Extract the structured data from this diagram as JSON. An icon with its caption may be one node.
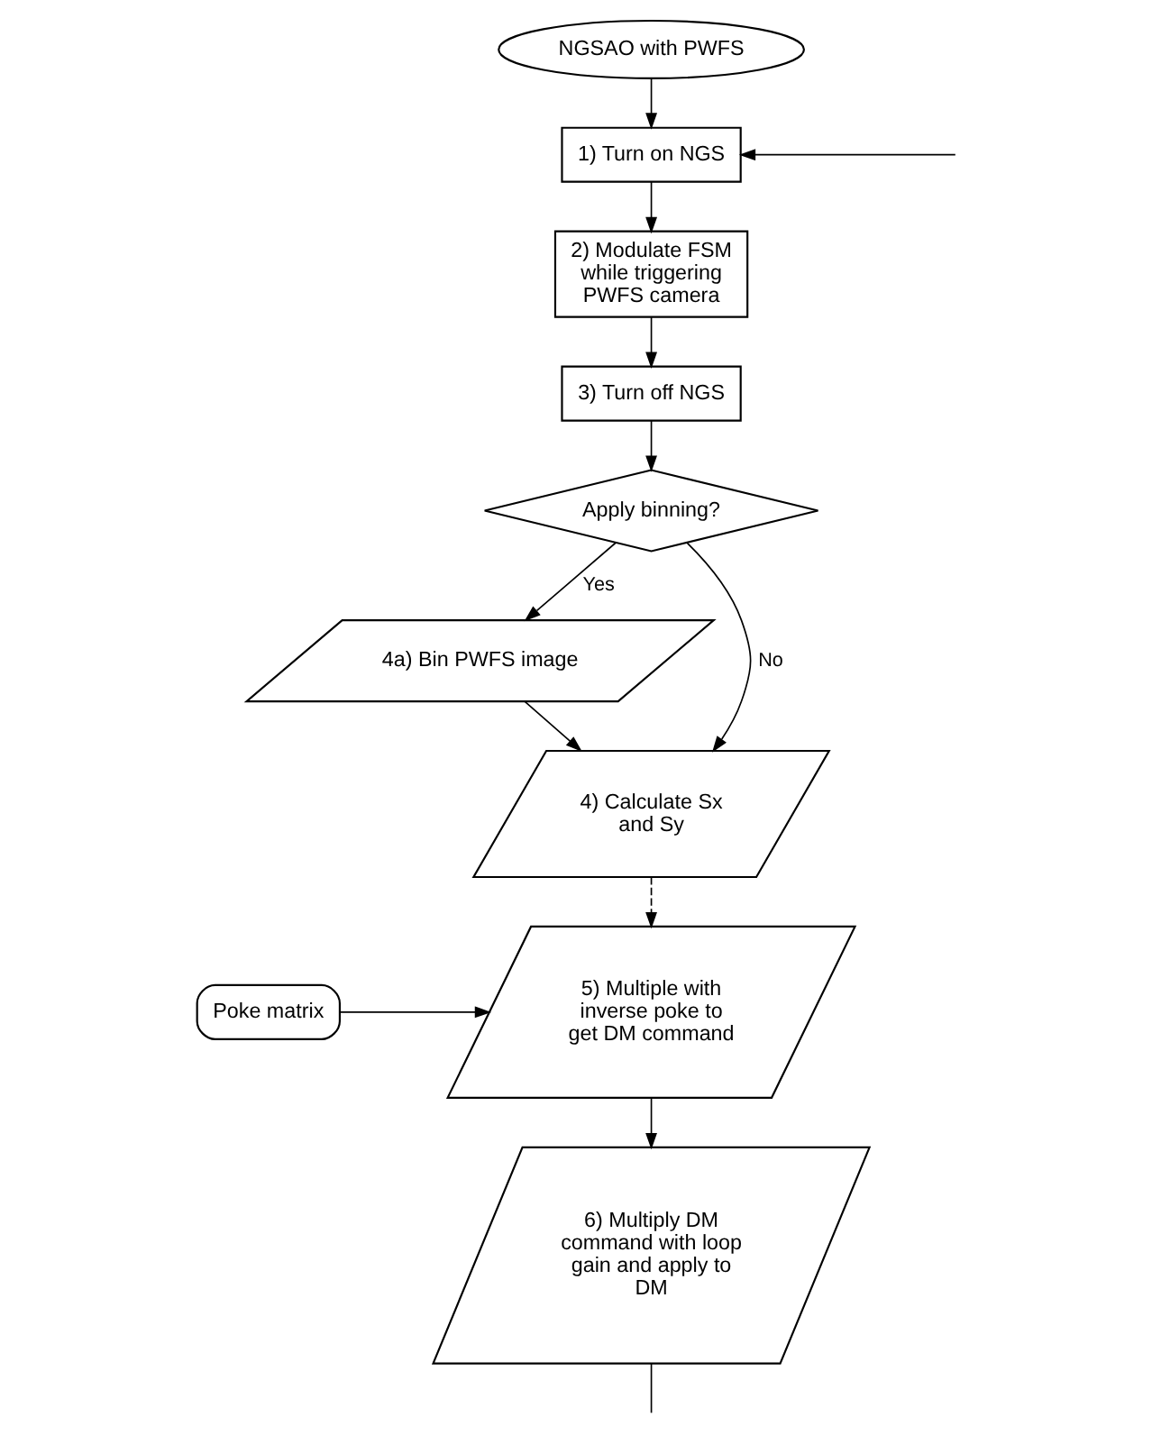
{
  "diagram": {
    "nodes": [
      {
        "text": [
          "NGSAO with PWFS"
        ]
      },
      {
        "text": [
          "1) Turn on NGS"
        ]
      },
      {
        "text": [
          "2) Modulate FSM while triggering PWFS camera"
        ]
      },
      {
        "text": [
          "3) Turn off NGS"
        ]
      },
      {
        "text": [
          "Apply binning?"
        ]
      },
      {
        "text": [
          "4a) Bin PWFS image"
        ]
      },
      {
        "text": [
          "4) Calculate Sx and Sy"
        ]
      },
      {
        "text": [
          "5) Multiple with inverse poke to get DM command"
        ]
      },
      {
        "text": [
          "Poke matrix"
        ]
      },
      {
        "text": [
          "6) Multiply DM command with loop gain and apply to DM"
        ]
      }
    ],
    "edges": [
      {
        "from": 0,
        "to": 1,
        "arrow": "to"
      },
      {
        "from": null,
        "to": 1,
        "arrow": "to"
      },
      {
        "from": 1,
        "to": 2,
        "arrow": "to"
      },
      {
        "from": 2,
        "to": 3,
        "arrow": "to"
      },
      {
        "from": 3,
        "to": 4,
        "arrow": "to"
      },
      {
        "from": 4,
        "to": 5,
        "arrow": "to",
        "label": "Yes"
      },
      {
        "from": 4,
        "to": 6,
        "arrow": "to",
        "label": "No"
      },
      {
        "from": 5,
        "to": 6,
        "arrow": "to"
      },
      {
        "from": 6,
        "to": 7,
        "arrow": "to",
        "style": "dashed"
      },
      {
        "from": 8,
        "to": 7,
        "arrow": "to"
      },
      {
        "from": 7,
        "to": 9,
        "arrow": "to"
      },
      {
        "from": 9,
        "to": null,
        "arrow": "none"
      }
    ]
  }
}
